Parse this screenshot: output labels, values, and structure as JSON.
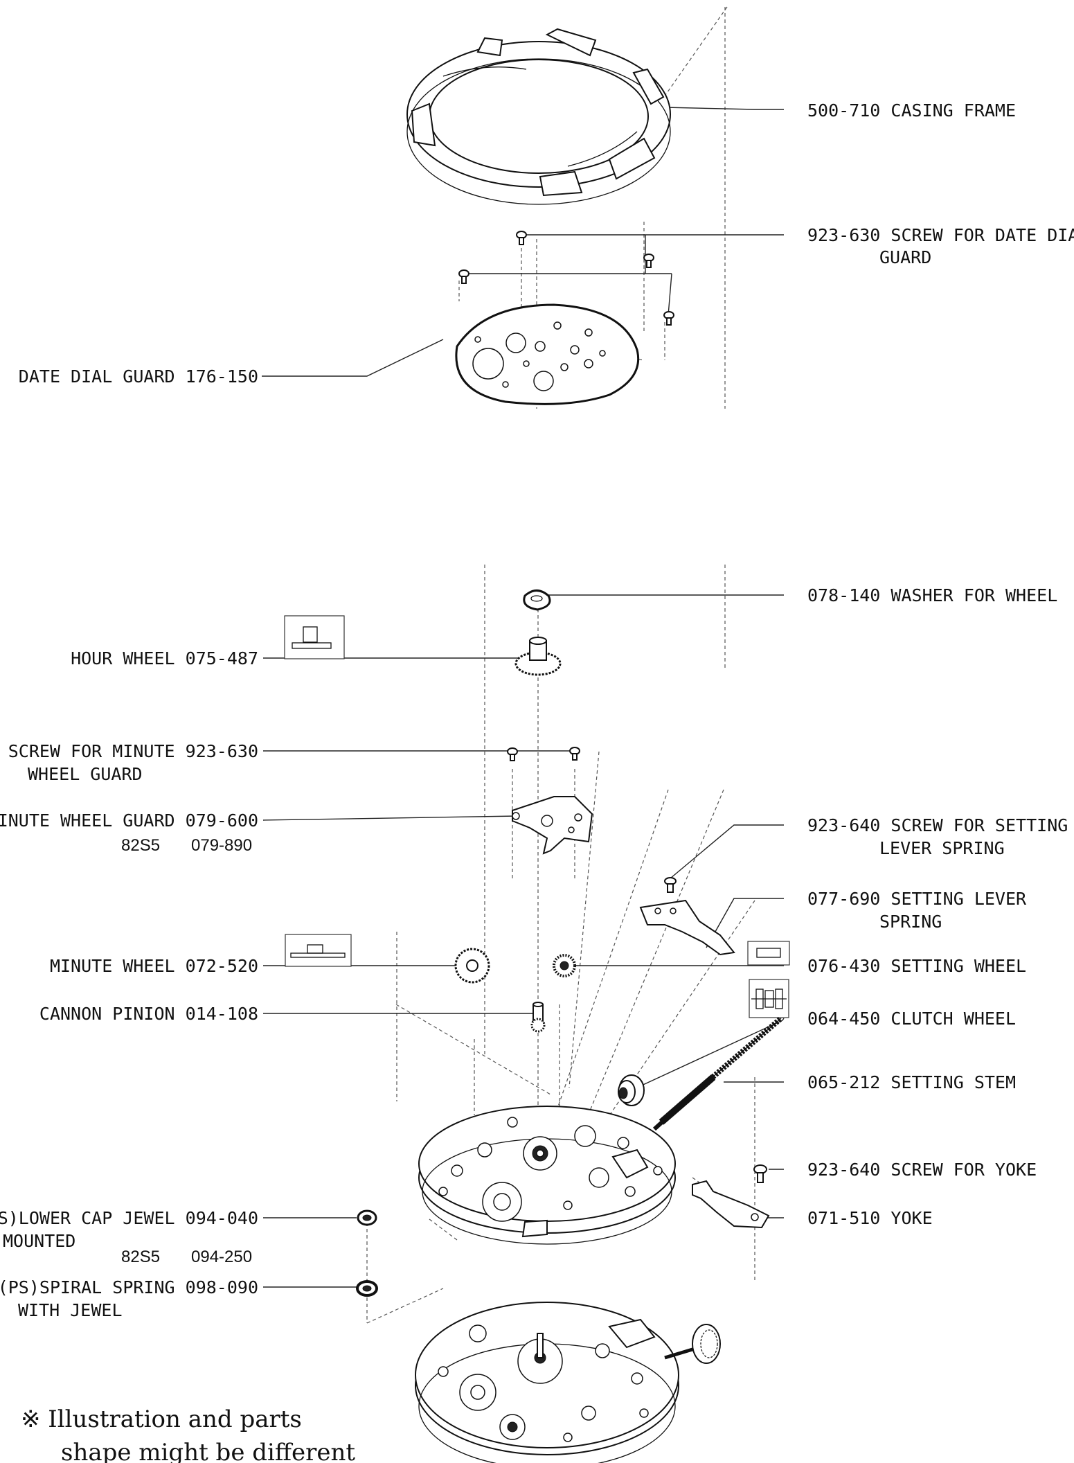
{
  "labels": {
    "casing_frame": {
      "code": "500-710",
      "name": "CASING FRAME"
    },
    "screw_date_dial_guard": {
      "code": "923-630",
      "name_line1": "SCREW FOR DATE DIAL",
      "name_line2": "GUARD"
    },
    "date_dial_guard": {
      "name": "DATE DIAL GUARD",
      "code": "176-150"
    },
    "washer_for_wheel": {
      "code": "078-140",
      "name": "WASHER FOR WHEEL"
    },
    "hour_wheel": {
      "name": "HOUR WHEEL",
      "code": "075-487"
    },
    "screw_minute_wheel_guard": {
      "name_line1": "SCREW FOR MINUTE",
      "name_line2": "WHEEL GUARD",
      "code": "923-630"
    },
    "minute_wheel_guard": {
      "name": "MINUTE WHEEL GUARD",
      "code": "079-600",
      "variant_model": "82S5",
      "variant_code": "079-890"
    },
    "screw_setting_lever_spring": {
      "code": "923-640",
      "name_line1": "SCREW FOR SETTING",
      "name_line2": "LEVER SPRING"
    },
    "setting_lever_spring": {
      "code": "077-690",
      "name_line1": "SETTING LEVER",
      "name_line2": "SPRING"
    },
    "minute_wheel": {
      "name": "MINUTE WHEEL",
      "code": "072-520"
    },
    "setting_wheel": {
      "code": "076-430",
      "name": "SETTING WHEEL"
    },
    "cannon_pinion": {
      "name": "CANNON PINION",
      "code": "014-108"
    },
    "clutch_wheel": {
      "code": "064-450",
      "name": "CLUTCH WHEEL"
    },
    "setting_stem": {
      "code": "065-212",
      "name": "SETTING STEM"
    },
    "screw_for_yoke": {
      "code": "923-640",
      "name": "SCREW FOR YOKE"
    },
    "lower_cap_jewel": {
      "name_line1": "(PS)LOWER CAP JEWEL",
      "name_line2": "MOUNTED",
      "code": "094-040",
      "variant_model": "82S5",
      "variant_code": "094-250"
    },
    "yoke": {
      "code": "071-510",
      "name": "YOKE"
    },
    "spiral_spring": {
      "name_line1": "(PS)SPIRAL SPRING",
      "name_line2": "WITH JEWEL",
      "code": "098-090"
    }
  },
  "note": {
    "line1": "※ Illustration and parts",
    "line2": "shape might be different"
  }
}
